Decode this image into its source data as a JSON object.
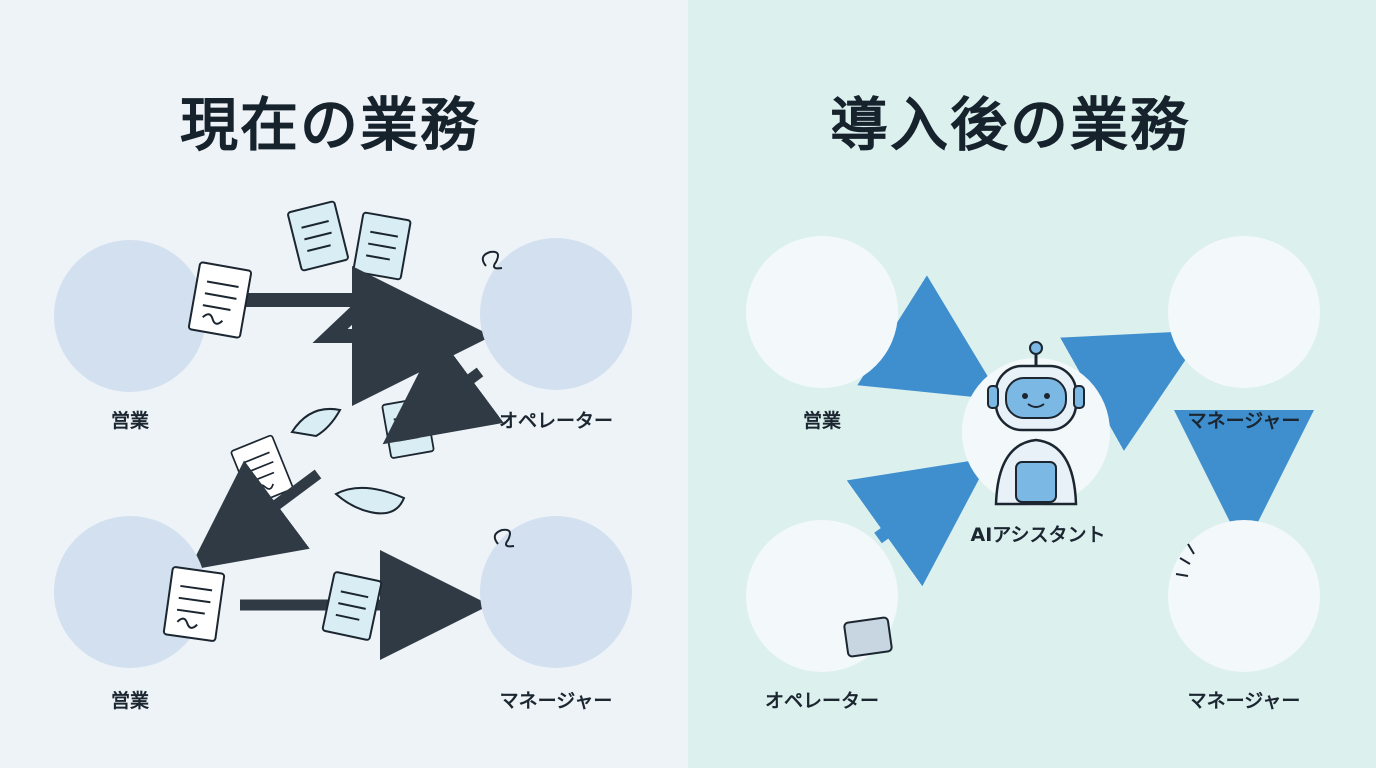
{
  "left_panel": {
    "title": "現在の業務",
    "labels": {
      "sales_top": "営業",
      "operator": "オペレーター",
      "sales_bottom": "営業",
      "manager": "マネージャー"
    }
  },
  "right_panel": {
    "title": "導入後の業務",
    "labels": {
      "sales": "営業",
      "ai": "AIアシスタント",
      "operator": "オペレーター",
      "manager_top": "マネージャー",
      "manager_bottom": "マネージャー"
    }
  },
  "colors": {
    "left_bg": "#eef3f8",
    "right_bg": "#dcf0ee",
    "dark_arrow": "#2f3a44",
    "blue_arrow": "#3f8fcf",
    "circle_left": "#d2e0ef",
    "circle_right": "#f3f8fb",
    "suit": "#1f2a36",
    "tie": "#2f74b5",
    "operator_jacket": "#3b78b8",
    "paper": "#d9eef4",
    "robot": "#7cb8e4"
  }
}
